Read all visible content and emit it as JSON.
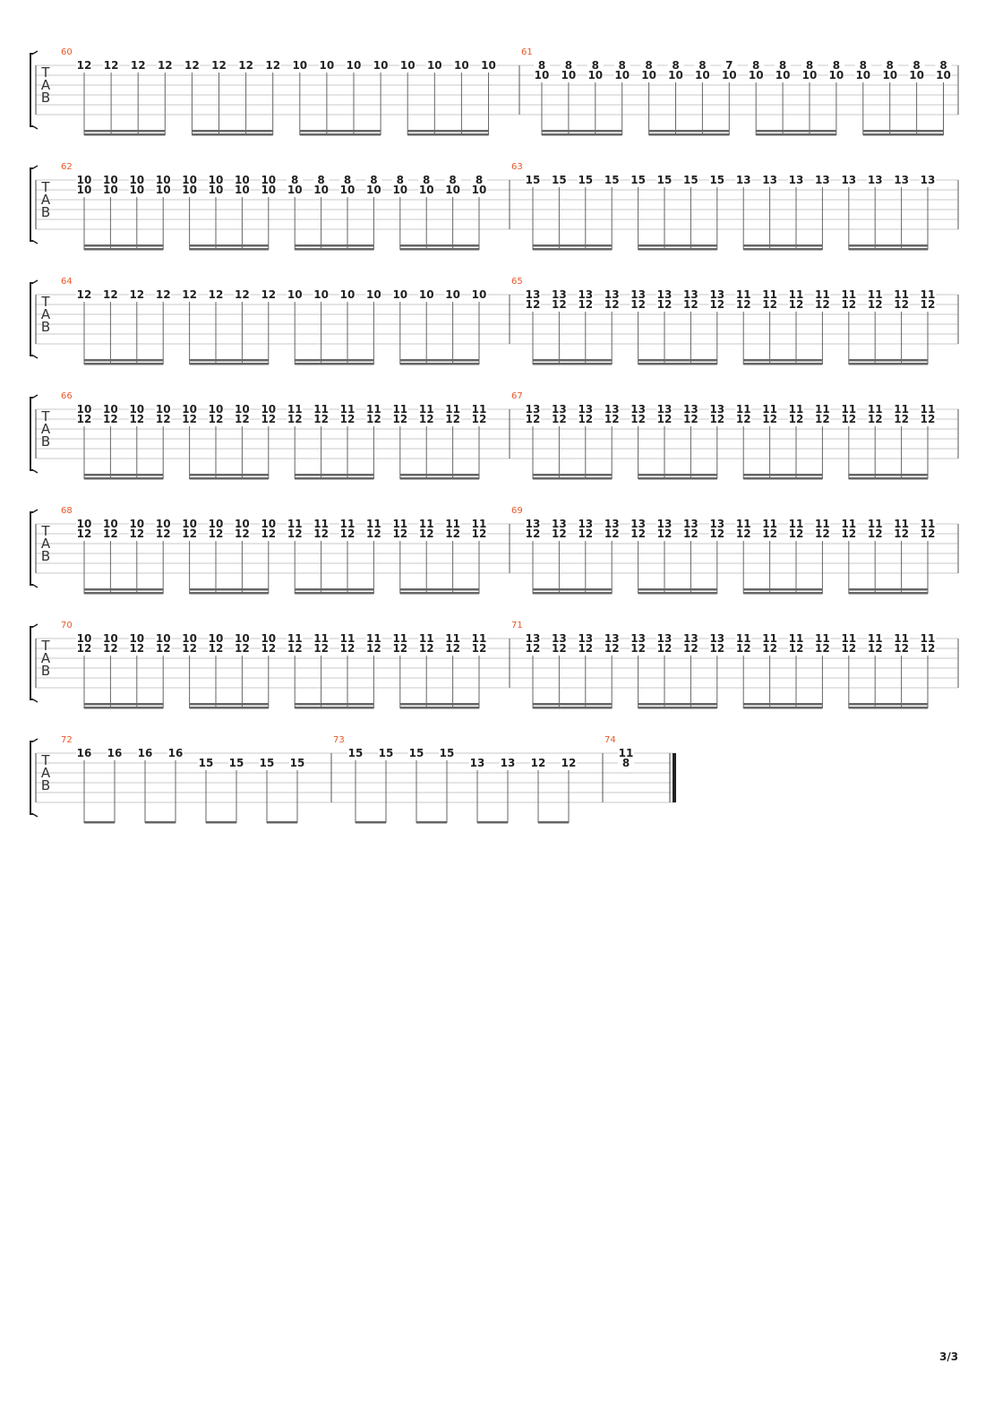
{
  "page_number": "3/3",
  "clef_letters": [
    "T",
    "A",
    "B"
  ],
  "colors": {
    "bar_number": "#e8582a",
    "staff_line": "#c8c8c8",
    "ink": "#222222"
  },
  "systems": [
    {
      "measures": [
        {
          "number": "60",
          "beats": [
            [
              "12"
            ],
            [
              "12"
            ],
            [
              "12"
            ],
            [
              "12"
            ],
            [
              "12"
            ],
            [
              "12"
            ],
            [
              "12"
            ],
            [
              "12"
            ],
            [
              "10"
            ],
            [
              "10"
            ],
            [
              "10"
            ],
            [
              "10"
            ],
            [
              "10"
            ],
            [
              "10"
            ],
            [
              "10"
            ],
            [
              "10"
            ]
          ]
        },
        {
          "number": "61",
          "beats": [
            [
              "8",
              "10"
            ],
            [
              "8",
              "10"
            ],
            [
              "8",
              "10"
            ],
            [
              "8",
              "10"
            ],
            [
              "8",
              "10"
            ],
            [
              "8",
              "10"
            ],
            [
              "8",
              "10"
            ],
            [
              "7",
              "10"
            ],
            [
              "8",
              "10"
            ],
            [
              "8",
              "10"
            ],
            [
              "8",
              "10"
            ],
            [
              "8",
              "10"
            ],
            [
              "8",
              "10"
            ],
            [
              "8",
              "10"
            ],
            [
              "8",
              "10"
            ],
            [
              "8",
              "10"
            ]
          ]
        }
      ]
    },
    {
      "measures": [
        {
          "number": "62",
          "beats": [
            [
              "10",
              "10"
            ],
            [
              "10",
              "10"
            ],
            [
              "10",
              "10"
            ],
            [
              "10",
              "10"
            ],
            [
              "10",
              "10"
            ],
            [
              "10",
              "10"
            ],
            [
              "10",
              "10"
            ],
            [
              "10",
              "10"
            ],
            [
              "8",
              "10"
            ],
            [
              "8",
              "10"
            ],
            [
              "8",
              "10"
            ],
            [
              "8",
              "10"
            ],
            [
              "8",
              "10"
            ],
            [
              "8",
              "10"
            ],
            [
              "8",
              "10"
            ],
            [
              "8",
              "10"
            ]
          ]
        },
        {
          "number": "63",
          "beats": [
            [
              "15"
            ],
            [
              "15"
            ],
            [
              "15"
            ],
            [
              "15"
            ],
            [
              "15"
            ],
            [
              "15"
            ],
            [
              "15"
            ],
            [
              "15"
            ],
            [
              "13"
            ],
            [
              "13"
            ],
            [
              "13"
            ],
            [
              "13"
            ],
            [
              "13"
            ],
            [
              "13"
            ],
            [
              "13"
            ],
            [
              "13"
            ]
          ]
        }
      ]
    },
    {
      "measures": [
        {
          "number": "64",
          "beats": [
            [
              "12"
            ],
            [
              "12"
            ],
            [
              "12"
            ],
            [
              "12"
            ],
            [
              "12"
            ],
            [
              "12"
            ],
            [
              "12"
            ],
            [
              "12"
            ],
            [
              "10"
            ],
            [
              "10"
            ],
            [
              "10"
            ],
            [
              "10"
            ],
            [
              "10"
            ],
            [
              "10"
            ],
            [
              "10"
            ],
            [
              "10"
            ]
          ]
        },
        {
          "number": "65",
          "beats": [
            [
              "13",
              "12"
            ],
            [
              "13",
              "12"
            ],
            [
              "13",
              "12"
            ],
            [
              "13",
              "12"
            ],
            [
              "13",
              "12"
            ],
            [
              "13",
              "12"
            ],
            [
              "13",
              "12"
            ],
            [
              "13",
              "12"
            ],
            [
              "11",
              "12"
            ],
            [
              "11",
              "12"
            ],
            [
              "11",
              "12"
            ],
            [
              "11",
              "12"
            ],
            [
              "11",
              "12"
            ],
            [
              "11",
              "12"
            ],
            [
              "11",
              "12"
            ],
            [
              "11",
              "12"
            ]
          ]
        }
      ]
    },
    {
      "measures": [
        {
          "number": "66",
          "beats": [
            [
              "10",
              "12"
            ],
            [
              "10",
              "12"
            ],
            [
              "10",
              "12"
            ],
            [
              "10",
              "12"
            ],
            [
              "10",
              "12"
            ],
            [
              "10",
              "12"
            ],
            [
              "10",
              "12"
            ],
            [
              "10",
              "12"
            ],
            [
              "11",
              "12"
            ],
            [
              "11",
              "12"
            ],
            [
              "11",
              "12"
            ],
            [
              "11",
              "12"
            ],
            [
              "11",
              "12"
            ],
            [
              "11",
              "12"
            ],
            [
              "11",
              "12"
            ],
            [
              "11",
              "12"
            ]
          ]
        },
        {
          "number": "67",
          "beats": [
            [
              "13",
              "12"
            ],
            [
              "13",
              "12"
            ],
            [
              "13",
              "12"
            ],
            [
              "13",
              "12"
            ],
            [
              "13",
              "12"
            ],
            [
              "13",
              "12"
            ],
            [
              "13",
              "12"
            ],
            [
              "13",
              "12"
            ],
            [
              "11",
              "12"
            ],
            [
              "11",
              "12"
            ],
            [
              "11",
              "12"
            ],
            [
              "11",
              "12"
            ],
            [
              "11",
              "12"
            ],
            [
              "11",
              "12"
            ],
            [
              "11",
              "12"
            ],
            [
              "11",
              "12"
            ]
          ]
        }
      ]
    },
    {
      "measures": [
        {
          "number": "68",
          "beats": [
            [
              "10",
              "12"
            ],
            [
              "10",
              "12"
            ],
            [
              "10",
              "12"
            ],
            [
              "10",
              "12"
            ],
            [
              "10",
              "12"
            ],
            [
              "10",
              "12"
            ],
            [
              "10",
              "12"
            ],
            [
              "10",
              "12"
            ],
            [
              "11",
              "12"
            ],
            [
              "11",
              "12"
            ],
            [
              "11",
              "12"
            ],
            [
              "11",
              "12"
            ],
            [
              "11",
              "12"
            ],
            [
              "11",
              "12"
            ],
            [
              "11",
              "12"
            ],
            [
              "11",
              "12"
            ]
          ]
        },
        {
          "number": "69",
          "beats": [
            [
              "13",
              "12"
            ],
            [
              "13",
              "12"
            ],
            [
              "13",
              "12"
            ],
            [
              "13",
              "12"
            ],
            [
              "13",
              "12"
            ],
            [
              "13",
              "12"
            ],
            [
              "13",
              "12"
            ],
            [
              "13",
              "12"
            ],
            [
              "11",
              "12"
            ],
            [
              "11",
              "12"
            ],
            [
              "11",
              "12"
            ],
            [
              "11",
              "12"
            ],
            [
              "11",
              "12"
            ],
            [
              "11",
              "12"
            ],
            [
              "11",
              "12"
            ],
            [
              "11",
              "12"
            ]
          ]
        }
      ]
    },
    {
      "measures": [
        {
          "number": "70",
          "beats": [
            [
              "10",
              "12"
            ],
            [
              "10",
              "12"
            ],
            [
              "10",
              "12"
            ],
            [
              "10",
              "12"
            ],
            [
              "10",
              "12"
            ],
            [
              "10",
              "12"
            ],
            [
              "10",
              "12"
            ],
            [
              "10",
              "12"
            ],
            [
              "11",
              "12"
            ],
            [
              "11",
              "12"
            ],
            [
              "11",
              "12"
            ],
            [
              "11",
              "12"
            ],
            [
              "11",
              "12"
            ],
            [
              "11",
              "12"
            ],
            [
              "11",
              "12"
            ],
            [
              "11",
              "12"
            ]
          ]
        },
        {
          "number": "71",
          "beats": [
            [
              "13",
              "12"
            ],
            [
              "13",
              "12"
            ],
            [
              "13",
              "12"
            ],
            [
              "13",
              "12"
            ],
            [
              "13",
              "12"
            ],
            [
              "13",
              "12"
            ],
            [
              "13",
              "12"
            ],
            [
              "13",
              "12"
            ],
            [
              "11",
              "12"
            ],
            [
              "11",
              "12"
            ],
            [
              "11",
              "12"
            ],
            [
              "11",
              "12"
            ],
            [
              "11",
              "12"
            ],
            [
              "11",
              "12"
            ],
            [
              "11",
              "12"
            ],
            [
              "11",
              "12"
            ]
          ]
        }
      ]
    },
    {
      "measures": [
        {
          "number": "72",
          "beats": [
            [
              "16"
            ],
            [
              "16"
            ],
            [
              "16"
            ],
            [
              "16"
            ],
            [
              "",
              "15"
            ],
            [
              "",
              "15"
            ],
            [
              "",
              "15"
            ],
            [
              "",
              "15"
            ]
          ]
        },
        {
          "number": "73",
          "beats": [
            [
              "15"
            ],
            [
              "15"
            ],
            [
              "15"
            ],
            [
              "15"
            ],
            [
              "",
              "13"
            ],
            [
              "",
              "13"
            ],
            [
              "",
              "12"
            ],
            [
              "",
              "12"
            ]
          ]
        },
        {
          "number": "74",
          "beats": [
            [
              "11",
              "8"
            ]
          ]
        }
      ]
    }
  ]
}
